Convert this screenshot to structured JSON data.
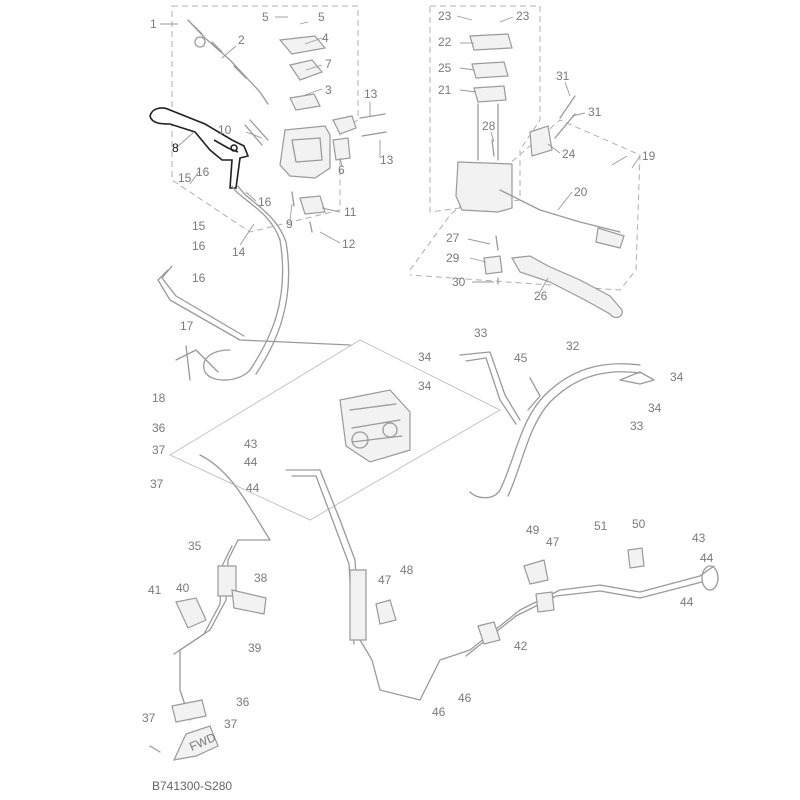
{
  "diagram": {
    "code": "B741300-S280",
    "highlight_color": "#222222",
    "part_color": "#9a9a9a",
    "fwd_label": "FWD",
    "callouts": [
      {
        "id": "c-1",
        "text": "1",
        "hl": false
      },
      {
        "id": "c-2",
        "text": "2",
        "hl": false
      },
      {
        "id": "c-3",
        "text": "3",
        "hl": false
      },
      {
        "id": "c-4",
        "text": "4",
        "hl": false
      },
      {
        "id": "c-5a",
        "text": "5",
        "hl": false
      },
      {
        "id": "c-5b",
        "text": "5",
        "hl": false
      },
      {
        "id": "c-6",
        "text": "6",
        "hl": false
      },
      {
        "id": "c-7",
        "text": "7",
        "hl": false
      },
      {
        "id": "c-8",
        "text": "8",
        "hl": true
      },
      {
        "id": "c-9",
        "text": "9",
        "hl": false
      },
      {
        "id": "c-10",
        "text": "10",
        "hl": false
      },
      {
        "id": "c-11",
        "text": "11",
        "hl": false
      },
      {
        "id": "c-12",
        "text": "12",
        "hl": false
      },
      {
        "id": "c-13a",
        "text": "13",
        "hl": false
      },
      {
        "id": "c-13b",
        "text": "13",
        "hl": false
      },
      {
        "id": "c-14",
        "text": "14",
        "hl": false
      },
      {
        "id": "c-15a",
        "text": "15",
        "hl": false
      },
      {
        "id": "c-15b",
        "text": "15",
        "hl": false
      },
      {
        "id": "c-16a",
        "text": "16",
        "hl": false
      },
      {
        "id": "c-16b",
        "text": "16",
        "hl": false
      },
      {
        "id": "c-16c",
        "text": "16",
        "hl": false
      },
      {
        "id": "c-16d",
        "text": "16",
        "hl": false
      },
      {
        "id": "c-17",
        "text": "17",
        "hl": false
      },
      {
        "id": "c-18",
        "text": "18",
        "hl": false
      },
      {
        "id": "c-19",
        "text": "19",
        "hl": false
      },
      {
        "id": "c-20",
        "text": "20",
        "hl": false
      },
      {
        "id": "c-21",
        "text": "21",
        "hl": false
      },
      {
        "id": "c-22",
        "text": "22",
        "hl": false
      },
      {
        "id": "c-23a",
        "text": "23",
        "hl": false
      },
      {
        "id": "c-23b",
        "text": "23",
        "hl": false
      },
      {
        "id": "c-24",
        "text": "24",
        "hl": false
      },
      {
        "id": "c-25",
        "text": "25",
        "hl": false
      },
      {
        "id": "c-26",
        "text": "26",
        "hl": false
      },
      {
        "id": "c-27",
        "text": "27",
        "hl": false
      },
      {
        "id": "c-28",
        "text": "28",
        "hl": false
      },
      {
        "id": "c-29",
        "text": "29",
        "hl": false
      },
      {
        "id": "c-30",
        "text": "30",
        "hl": false
      },
      {
        "id": "c-31a",
        "text": "31",
        "hl": false
      },
      {
        "id": "c-31b",
        "text": "31",
        "hl": false
      },
      {
        "id": "c-32",
        "text": "32",
        "hl": false
      },
      {
        "id": "c-33a",
        "text": "33",
        "hl": false
      },
      {
        "id": "c-33b",
        "text": "33",
        "hl": false
      },
      {
        "id": "c-34a",
        "text": "34",
        "hl": false
      },
      {
        "id": "c-34b",
        "text": "34",
        "hl": false
      },
      {
        "id": "c-34c",
        "text": "34",
        "hl": false
      },
      {
        "id": "c-34d",
        "text": "34",
        "hl": false
      },
      {
        "id": "c-35",
        "text": "35",
        "hl": false
      },
      {
        "id": "c-36a",
        "text": "36",
        "hl": false
      },
      {
        "id": "c-36b",
        "text": "36",
        "hl": false
      },
      {
        "id": "c-37a",
        "text": "37",
        "hl": false
      },
      {
        "id": "c-37b",
        "text": "37",
        "hl": false
      },
      {
        "id": "c-37c",
        "text": "37",
        "hl": false
      },
      {
        "id": "c-37d",
        "text": "37",
        "hl": false
      },
      {
        "id": "c-38",
        "text": "38",
        "hl": false
      },
      {
        "id": "c-39",
        "text": "39",
        "hl": false
      },
      {
        "id": "c-40",
        "text": "40",
        "hl": false
      },
      {
        "id": "c-41",
        "text": "41",
        "hl": false
      },
      {
        "id": "c-42",
        "text": "42",
        "hl": false
      },
      {
        "id": "c-43a",
        "text": "43",
        "hl": false
      },
      {
        "id": "c-43b",
        "text": "43",
        "hl": false
      },
      {
        "id": "c-44a",
        "text": "44",
        "hl": false
      },
      {
        "id": "c-44b",
        "text": "44",
        "hl": false
      },
      {
        "id": "c-44c",
        "text": "44",
        "hl": false
      },
      {
        "id": "c-44d",
        "text": "44",
        "hl": false
      },
      {
        "id": "c-45",
        "text": "45",
        "hl": false
      },
      {
        "id": "c-46a",
        "text": "46",
        "hl": false
      },
      {
        "id": "c-46b",
        "text": "46",
        "hl": false
      },
      {
        "id": "c-47a",
        "text": "47",
        "hl": false
      },
      {
        "id": "c-47b",
        "text": "47",
        "hl": false
      },
      {
        "id": "c-48",
        "text": "48",
        "hl": false
      },
      {
        "id": "c-49",
        "text": "49",
        "hl": false
      },
      {
        "id": "c-50",
        "text": "50",
        "hl": false
      },
      {
        "id": "c-51",
        "text": "51",
        "hl": false
      }
    ]
  }
}
